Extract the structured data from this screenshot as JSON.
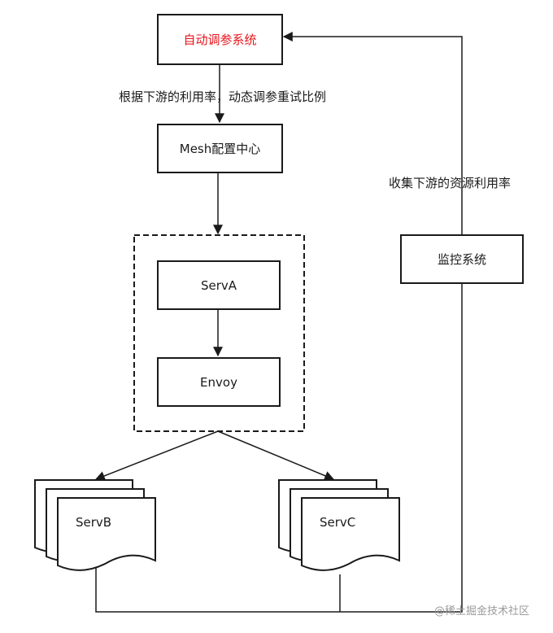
{
  "colors": {
    "line": "#1a1a1a",
    "highlight": "#e8141c",
    "watermark": "#9a9a9a"
  },
  "nodes": {
    "auto_tuning": "自动调参系统",
    "mesh_config": "Mesh配置中心",
    "serv_a": "ServA",
    "envoy": "Envoy",
    "serv_b": "ServB",
    "serv_c": "ServC",
    "monitor": "监控系统"
  },
  "edges": {
    "tuning_to_mesh": "根据下游的利用率，动态调参重试比例",
    "monitor_to_tuning": "收集下游的资源利用率"
  },
  "watermark": "@稀土掘金技术社区"
}
